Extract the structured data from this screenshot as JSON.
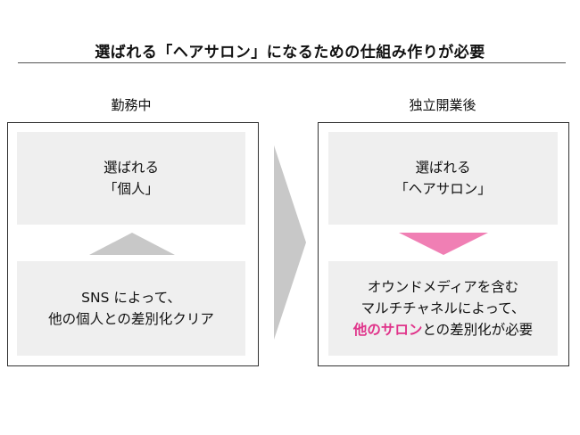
{
  "title": "選ばれる「ヘアサロン」になるための仕組み作りが必要",
  "left": {
    "label": "勤務中",
    "top_lines": [
      "選ばれる",
      "「個人」"
    ],
    "bottom_lines": [
      "SNS によって、",
      "他の個人との差別化クリア"
    ]
  },
  "right": {
    "label": "独立開業後",
    "top_lines": [
      "選ばれる",
      "「ヘアサロン」"
    ],
    "bottom_line1": "オウンドメディアを含む",
    "bottom_line2": "マルチチャネルによって、",
    "bottom_line3_highlight": "他のサロン",
    "bottom_line3_rest": "との差別化が必要"
  },
  "colors": {
    "panel_fill": "#efefef",
    "arrow_gray": "#c8c8c8",
    "arrow_pink": "#f07fb4",
    "highlight": "#e0338a"
  }
}
